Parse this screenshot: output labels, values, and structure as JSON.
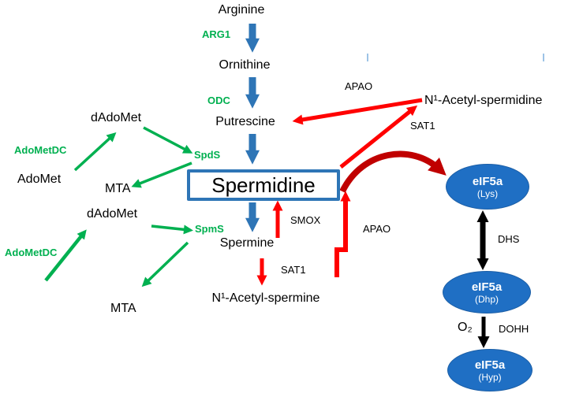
{
  "metabolites": {
    "arginine": "Arginine",
    "ornithine": "Ornithine",
    "putrescine": "Putrescine",
    "spermidine": "Spermidine",
    "spermine": "Spermine",
    "n1_acetyl_spermidine": "N¹-Acetyl-spermidine",
    "n1_acetyl_spermine": "N¹-Acetyl-spermine",
    "dadomet_upper": "dAdoMet",
    "dadomet_lower": "dAdoMet",
    "adomet": "AdoMet",
    "mta_upper": "MTA",
    "mta_lower": "MTA",
    "o2": "O₂"
  },
  "enzymes": {
    "arg1": "ARG1",
    "odc": "ODC",
    "spds": "SpdS",
    "spms": "SpmS",
    "adometdc_upper": "AdoMetDC",
    "adometdc_lower": "AdoMetDC",
    "apao_upper": "APAO",
    "apao_lower": "APAO",
    "sat1_upper": "SAT1",
    "sat1_lower": "SAT1",
    "smox": "SMOX",
    "dhs": "DHS",
    "dohh": "DOHH"
  },
  "eif5a": [
    {
      "name": "eIF5a",
      "state": "(Lys)"
    },
    {
      "name": "eIF5a",
      "state": "(Dhp)"
    },
    {
      "name": "eIF5a",
      "state": "(Hyp)"
    }
  ],
  "colors": {
    "blue": "#2E75B6",
    "green": "#00B050",
    "red": "#FF0000",
    "dark_red": "#C00000",
    "ellipse_fill": "#1F6FC4"
  }
}
